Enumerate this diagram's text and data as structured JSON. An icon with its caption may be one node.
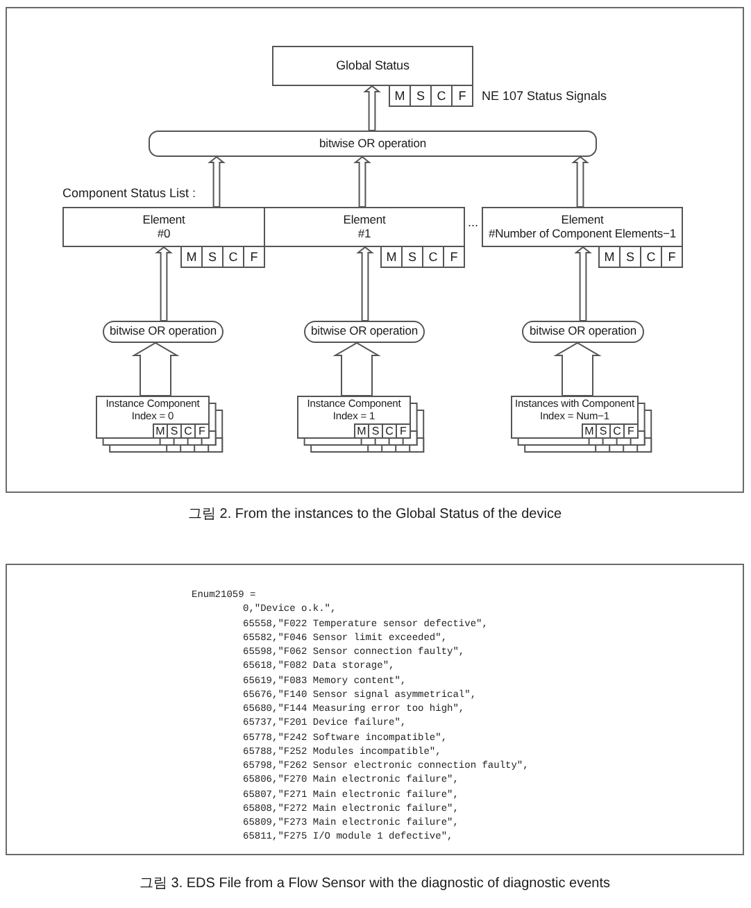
{
  "diagram": {
    "nodes": [
      {
        "text": [
          "Global Status"
        ],
        "beside": [
          "M",
          "S",
          "C",
          "F"
        ]
      },
      {
        "text": [
          "bitwise OR operation"
        ]
      },
      {
        "text": [
          "Element",
          "#0"
        ],
        "beside": [
          "M",
          "S",
          "C",
          "F"
        ]
      },
      {
        "text": [
          "Element",
          "#1"
        ],
        "beside": [
          "M",
          "S",
          "C",
          "F"
        ]
      },
      {
        "text": [
          "Element",
          "#Number of Component Elements−1"
        ],
        "beside": [
          "M",
          "S",
          "C",
          "F"
        ]
      },
      {
        "text": [
          "bitwise OR operation"
        ]
      },
      {
        "text": [
          "bitwise OR operation"
        ]
      },
      {
        "text": [
          "bitwise OR operation"
        ]
      },
      {
        "text": [
          "Instance Component Index = 0",
          "M",
          "S",
          "C",
          "F"
        ]
      },
      {
        "text": [
          "Instance Component Index = 1",
          "M",
          "S",
          "C",
          "F"
        ]
      },
      {
        "text": [
          "Instances with Component Index = Num−1",
          "M",
          "S",
          "C",
          "F"
        ]
      }
    ],
    "edges": [
      {
        "from": 1,
        "to": 0,
        "arrow": "to"
      },
      {
        "from": 2,
        "to": 1,
        "arrow": "to"
      },
      {
        "from": 3,
        "to": 1,
        "arrow": "to"
      },
      {
        "from": 4,
        "to": 1,
        "arrow": "to"
      },
      {
        "from": 5,
        "to": 2,
        "arrow": "to"
      },
      {
        "from": 6,
        "to": 3,
        "arrow": "to"
      },
      {
        "from": 7,
        "to": 4,
        "arrow": "to"
      },
      {
        "from": 8,
        "to": 5,
        "arrow": "to",
        "style": "thick"
      },
      {
        "from": 9,
        "to": 6,
        "arrow": "to",
        "style": "thick"
      },
      {
        "from": 10,
        "to": 7,
        "arrow": "to",
        "style": "thick"
      }
    ],
    "labels": [
      "NE 107 Status Signals",
      "Component Status List :",
      "...",
      "그림 2. From the instances to the Global Status of the device",
      "Enum21059 =",
      "0,\"Device o.k.\",",
      "65558,\"F022 Temperature sensor defective\",",
      "65582,\"F046 Sensor limit exceeded\",",
      "65598,\"F062 Sensor connection faulty\",",
      "65618,\"F082 Data storage\",",
      "65619,\"F083 Memory content\",",
      "65676,\"F140 Sensor signal asymmetrical\",",
      "65680,\"F144 Measuring error too high\",",
      "65737,\"F201 Device failure\",",
      "65778,\"F242 Software incompatible\",",
      "65788,\"F252 Modules incompatible\",",
      "65798,\"F262 Sensor electronic connection faulty\",",
      "65806,\"F270 Main electronic failure\",",
      "65807,\"F271 Main electronic failure\",",
      "65808,\"F272 Main electronic failure\",",
      "65809,\"F273 Main electronic failure\",",
      "65811,\"F275 I/O module 1 defective\",",
      "그림 3. EDS File from a Flow Sensor with the diagnostic of diagnostic events"
    ]
  }
}
